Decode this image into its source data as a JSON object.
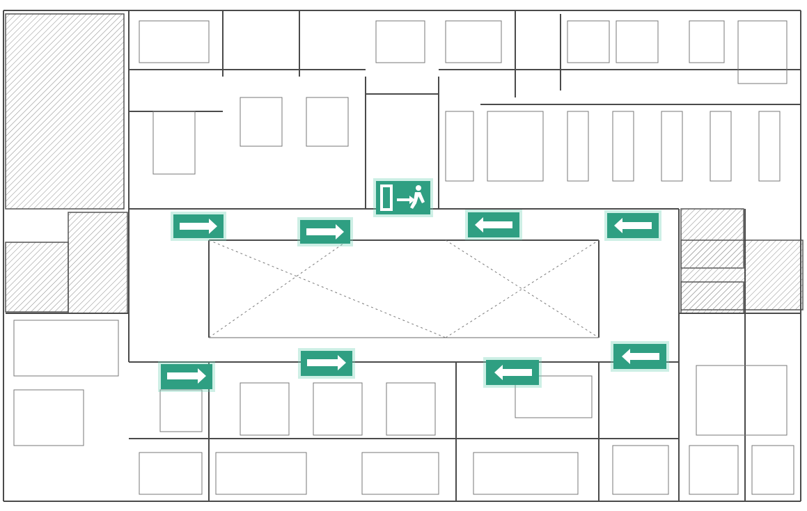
{
  "plan": {
    "colors": {
      "sign": "#2f9f82",
      "arrow": "#ffffff",
      "wall": "#4a4a4a"
    },
    "signs": [
      {
        "id": "exit-sign-main",
        "kind": "exit",
        "icon": "running-man-exit-icon"
      },
      {
        "id": "arrow-sign-1",
        "kind": "arrow",
        "direction": "right"
      },
      {
        "id": "arrow-sign-2",
        "kind": "arrow",
        "direction": "right"
      },
      {
        "id": "arrow-sign-3",
        "kind": "arrow",
        "direction": "left"
      },
      {
        "id": "arrow-sign-4",
        "kind": "arrow",
        "direction": "left"
      },
      {
        "id": "arrow-sign-5",
        "kind": "arrow",
        "direction": "right"
      },
      {
        "id": "arrow-sign-6",
        "kind": "arrow",
        "direction": "right"
      },
      {
        "id": "arrow-sign-7",
        "kind": "arrow",
        "direction": "left"
      },
      {
        "id": "arrow-sign-8",
        "kind": "arrow",
        "direction": "left"
      }
    ]
  }
}
